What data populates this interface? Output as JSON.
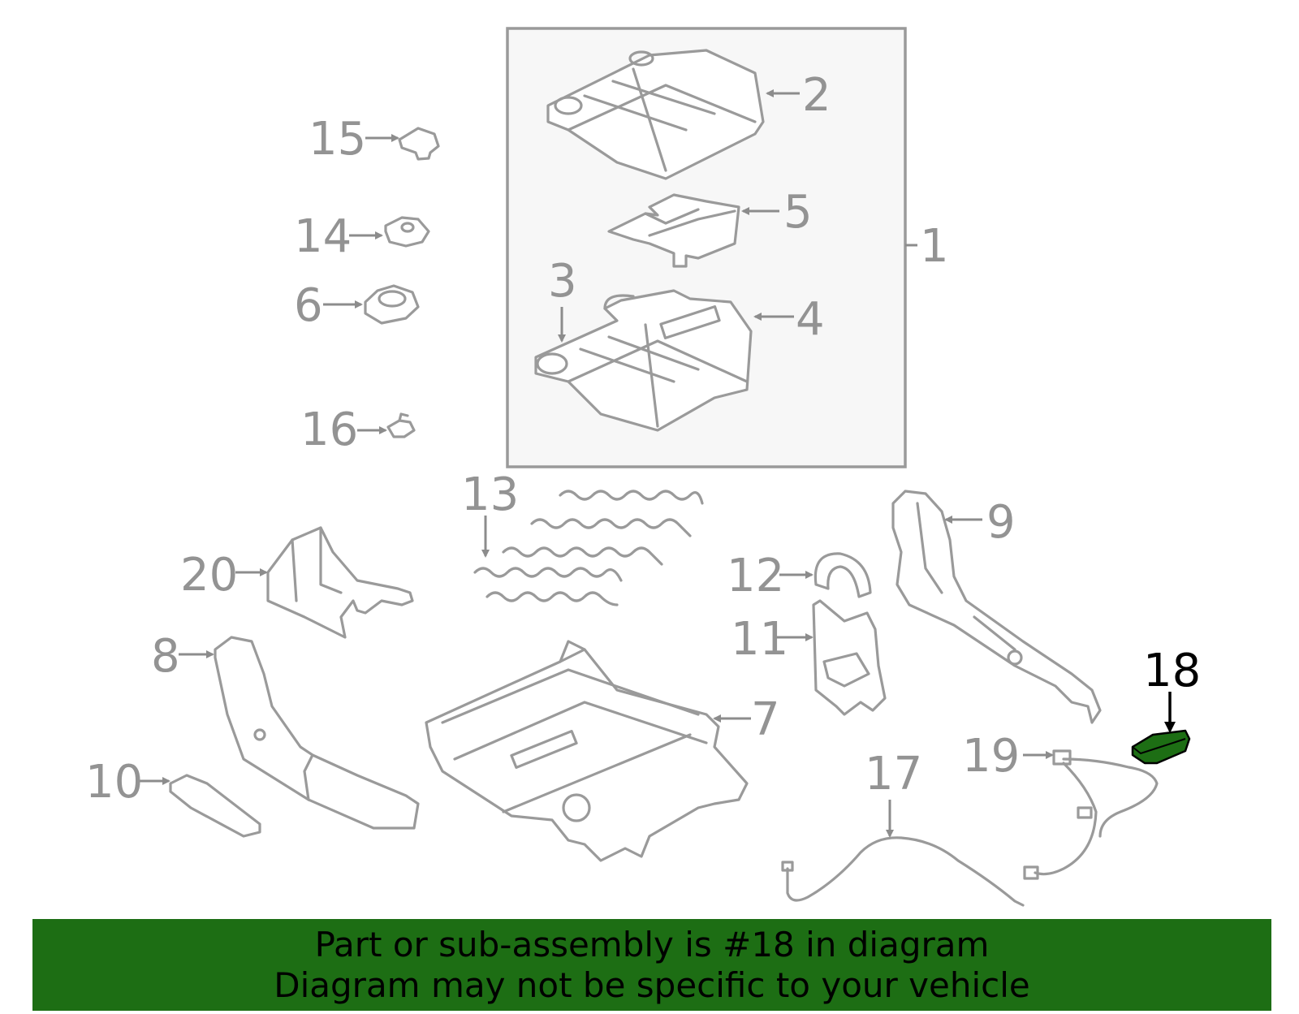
{
  "callouts": {
    "c1": "1",
    "c2": "2",
    "c3": "3",
    "c4": "4",
    "c5": "5",
    "c6": "6",
    "c7": "7",
    "c8": "8",
    "c9": "9",
    "c10": "10",
    "c11": "11",
    "c12": "12",
    "c13": "13",
    "c14": "14",
    "c15": "15",
    "c16": "16",
    "c17": "17",
    "c18": "18",
    "c19": "19",
    "c20": "20"
  },
  "highlighted_part": "18",
  "banner": {
    "line1": "Part or sub-assembly is #18 in diagram",
    "line2": "Diagram may not be specific to your vehicle"
  },
  "colors": {
    "banner_bg": "#1d6e14",
    "highlight_fill": "#1d6e14",
    "line_gray": "#9a9a9a",
    "label_gray": "#939393",
    "subassembly_box_bg": "#f7f7f7"
  }
}
